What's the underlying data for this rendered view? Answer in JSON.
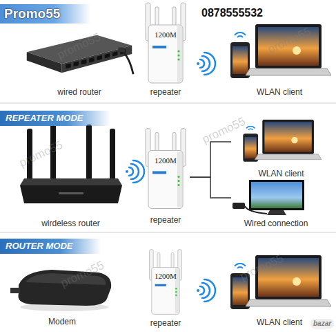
{
  "diagram": {
    "nodes": [
      {
        "text": [
          "Promo55"
        ]
      },
      {
        "text": [
          "wired router"
        ],
        "in": 0
      },
      {
        "text": [
          "1200M",
          "repeater"
        ],
        "in": 0
      },
      {
        "text": [
          "WLAN client"
        ],
        "in": 0
      },
      {
        "text": [
          "REPEATER MODE"
        ]
      },
      {
        "text": [
          "wirdeless router"
        ],
        "in": 4
      },
      {
        "text": [
          "1200M",
          "repeater"
        ],
        "in": 4
      },
      {
        "text": [
          "WLAN client"
        ],
        "in": 4
      },
      {
        "text": [
          "Wired connection"
        ],
        "in": 4
      },
      {
        "text": [
          "ROUTER MODE"
        ]
      },
      {
        "text": [
          "Modem"
        ],
        "in": 9
      },
      {
        "text": [
          "1200M",
          "repeater"
        ],
        "in": 9
      },
      {
        "text": [
          "WLAN client"
        ],
        "in": 9
      }
    ],
    "edges": [
      {
        "from": 6,
        "to": 7,
        "arrow": "none"
      },
      {
        "from": 6,
        "to": 8,
        "arrow": "none"
      }
    ],
    "labels": [
      "0878555532",
      "promo55",
      "promo55",
      "promo55",
      "promo55",
      "promo55",
      "promo55",
      "bazar"
    ]
  }
}
